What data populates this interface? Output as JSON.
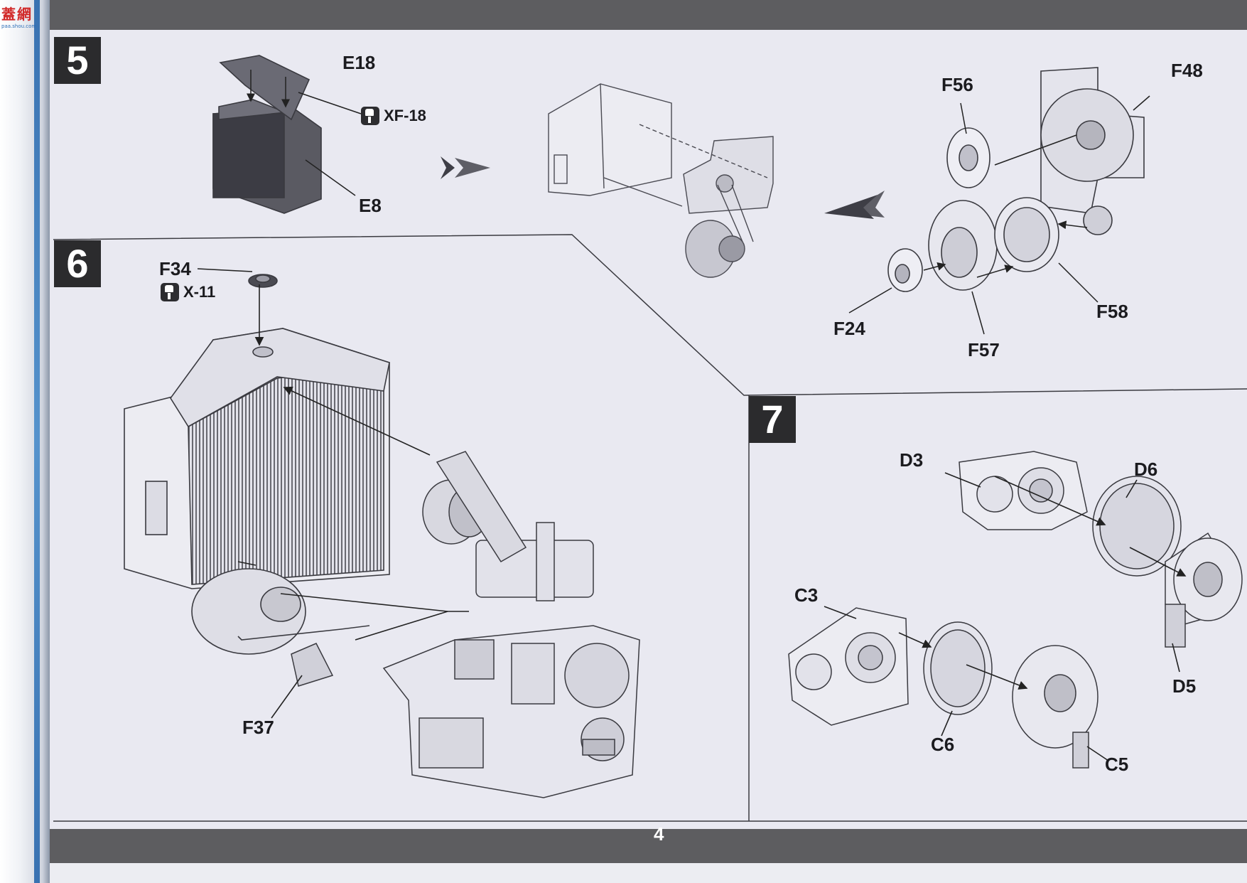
{
  "watermark": {
    "text": "蓋網",
    "url": "paa.shou.com"
  },
  "page": {
    "number": "4"
  },
  "steps": [
    {
      "number": "5",
      "parts": [
        "E18",
        "E8",
        "F56",
        "F48",
        "F24",
        "F57",
        "F58"
      ],
      "paint": {
        "code": "XF-18"
      }
    },
    {
      "number": "6",
      "parts": [
        "F34",
        "F37"
      ],
      "paint": {
        "code": "X-11"
      }
    },
    {
      "number": "7",
      "parts": [
        "D3",
        "D6",
        "D5",
        "C3",
        "C6",
        "C5"
      ]
    }
  ],
  "colors": {
    "band": "#5d5d60",
    "step_box": "#2b2b2d",
    "paper": "#e9e9f1",
    "line_art": "#3a3a40",
    "binding": "#1d5fa8"
  },
  "icons": [
    "paint-brush-icon",
    "direction-arrow-icon"
  ]
}
